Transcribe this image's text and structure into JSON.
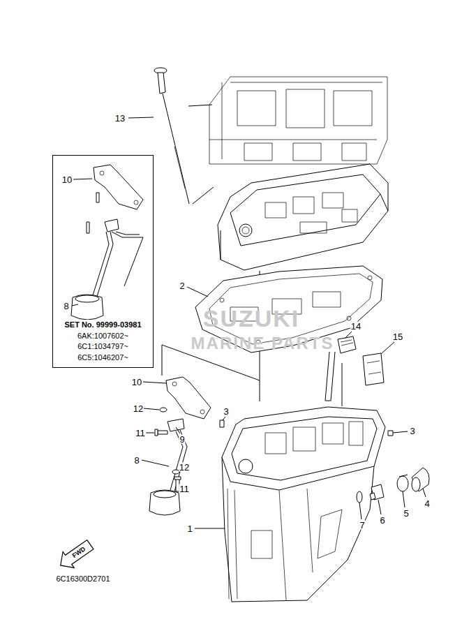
{
  "diagram": {
    "nodes": [
      {
        "text": [
          "SET No. 99999-03981",
          "6AK:1007602~",
          "6C1:1034797~",
          "6C5:1046207~"
        ]
      },
      {
        "text": [
          "FWD"
        ]
      }
    ],
    "labels": [
      "13",
      "10",
      "8",
      "2",
      "14",
      "15",
      "10",
      "12",
      "11",
      "9",
      "8",
      "12",
      "11",
      "3",
      "3",
      "4",
      "5",
      "6",
      "7",
      "1",
      "6C16300D2701",
      "SUZUKI",
      "MARINE PARTS"
    ]
  }
}
